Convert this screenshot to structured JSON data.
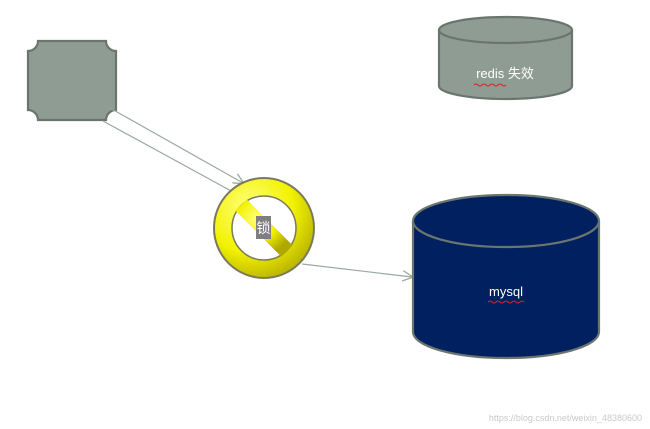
{
  "diagram": {
    "nodes": {
      "client": {
        "label": "",
        "shape": "plaque",
        "fill": "#8f9c93",
        "stroke": "#6b7570"
      },
      "lock": {
        "label": "锁",
        "shape": "no-symbol",
        "fill_light": "#ffff66",
        "fill_dark": "#b3b300",
        "stroke": "#7a7a5a"
      },
      "redis": {
        "label_word": "redis",
        "label_rest": " 失效",
        "shape": "cylinder",
        "fill": "#8f9c93",
        "stroke": "#6b7570"
      },
      "mysql": {
        "label": "mysql",
        "shape": "cylinder",
        "fill": "#002060",
        "stroke": "#6b7570"
      }
    },
    "edges": [
      {
        "from": "client",
        "to": "lock",
        "style": "double-line-arrow"
      },
      {
        "from": "lock",
        "to": "mysql",
        "style": "line-arrow"
      }
    ],
    "colors": {
      "edge": "#9aa8a0",
      "spellcheck_underline": "#e02020",
      "text_light": "#ffffff"
    }
  },
  "watermark": "https://blog.csdn.net/weixin_48380600"
}
